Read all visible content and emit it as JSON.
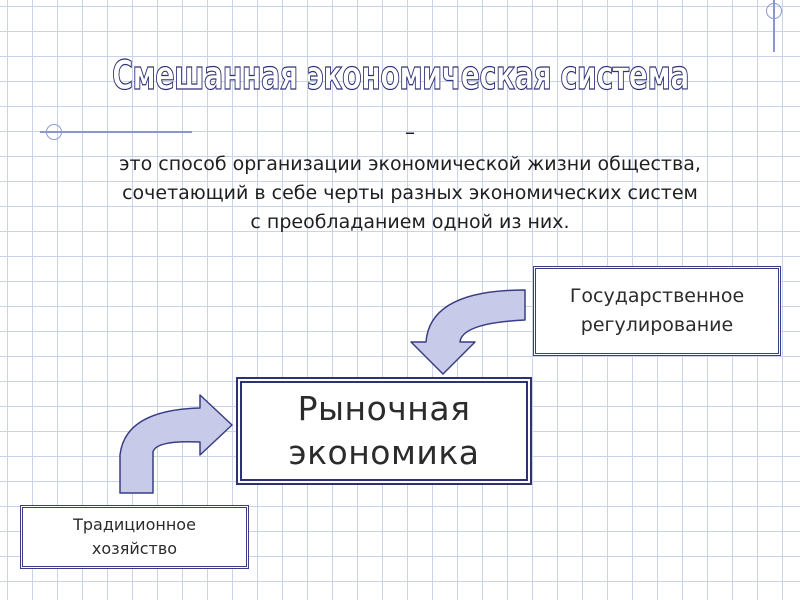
{
  "title": "Смешанная экономическая система",
  "dash": "–",
  "definition": {
    "line1": "это способ организации экономической жизни общества,",
    "line2": "сочетающий в себе черты разных экономических систем",
    "line3": "с преобладанием одной из них."
  },
  "boxes": {
    "state_regulation": {
      "line1": "Государственное",
      "line2": "регулирование"
    },
    "market_economy": {
      "line1": "Рыночная",
      "line2": "экономика"
    },
    "traditional_economy": {
      "line1": "Традиционное",
      "line2": "хозяйство"
    }
  },
  "colors": {
    "grid": "#c9d3ea",
    "border": "#2f3175",
    "arrow_fill": "#c7cbe9",
    "arrow_stroke": "#3a3d84",
    "margin_line": "#7f8fd0"
  }
}
